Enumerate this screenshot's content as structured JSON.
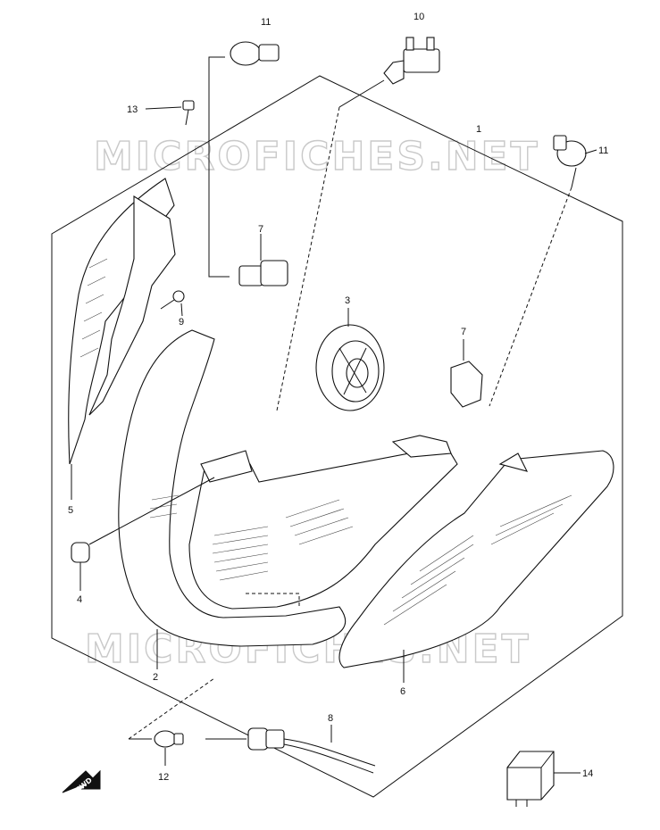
{
  "watermarks": [
    "MICROFICHES.NET",
    "MICROFICHES.NET"
  ],
  "fwd_label": "FWD",
  "callouts": {
    "c1": "1",
    "c2": "2",
    "c3": "3",
    "c4": "4",
    "c5": "5",
    "c6": "6",
    "c7a": "7",
    "c7b": "7",
    "c8": "8",
    "c9": "9",
    "c10": "10",
    "c11a": "11",
    "c11b": "11",
    "c12": "12",
    "c13": "13",
    "c14": "14"
  }
}
